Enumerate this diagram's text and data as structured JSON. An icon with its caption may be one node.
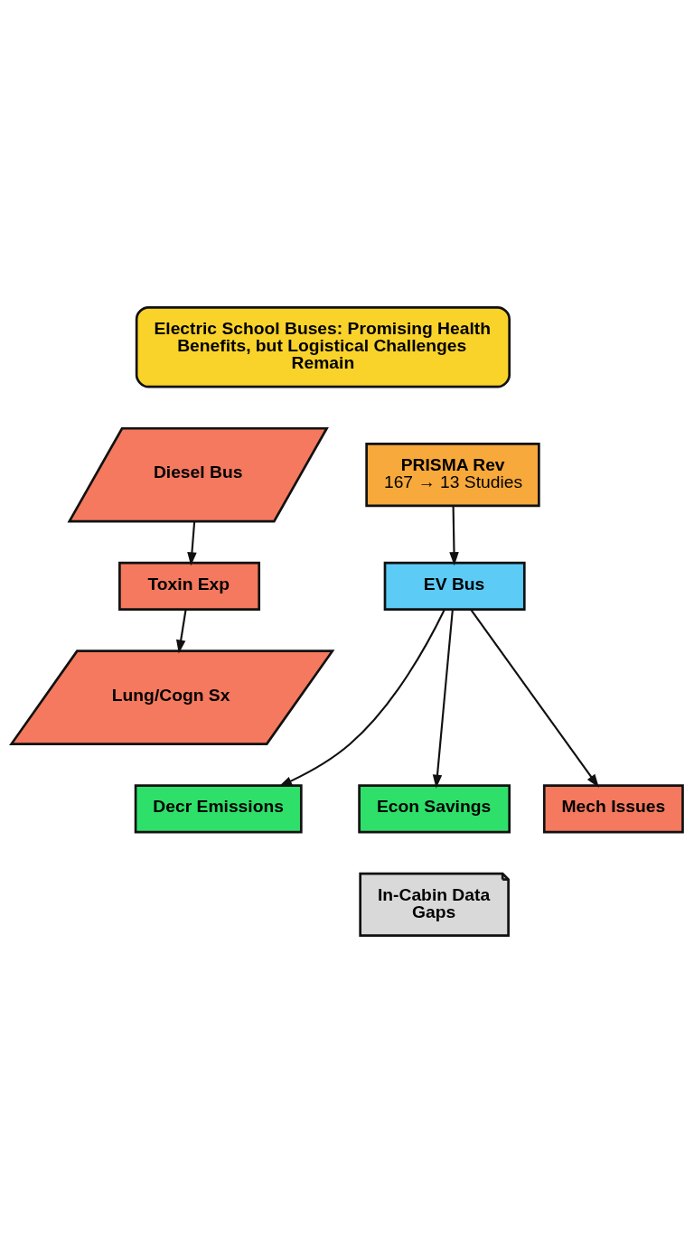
{
  "diagram": {
    "nodes": [
      {
        "text": [
          "Electric School Buses: Promising Health Benefits, but Logistical Challenges Remain"
        ]
      },
      {
        "text": [
          "Diesel Bus"
        ]
      },
      {
        "text": [
          "PRISMA Rev",
          "167 → 13 Studies"
        ]
      },
      {
        "text": [
          "Toxin Exp"
        ]
      },
      {
        "text": [
          "EV Bus"
        ]
      },
      {
        "text": [
          "Lung/Cogn Sx"
        ]
      },
      {
        "text": [
          "Decr Emissions"
        ]
      },
      {
        "text": [
          "Econ Savings"
        ]
      },
      {
        "text": [
          "Mech Issues"
        ]
      },
      {
        "text": [
          "In-Cabin Data Gaps"
        ]
      }
    ],
    "edges": [
      {
        "from": 1,
        "to": 3,
        "arrow": "to"
      },
      {
        "from": 3,
        "to": 5,
        "arrow": "to"
      },
      {
        "from": 2,
        "to": 4,
        "arrow": "to"
      },
      {
        "from": 4,
        "to": 6,
        "arrow": "to"
      },
      {
        "from": 4,
        "to": 7,
        "arrow": "to"
      },
      {
        "from": 4,
        "to": 8,
        "arrow": "to"
      }
    ]
  }
}
